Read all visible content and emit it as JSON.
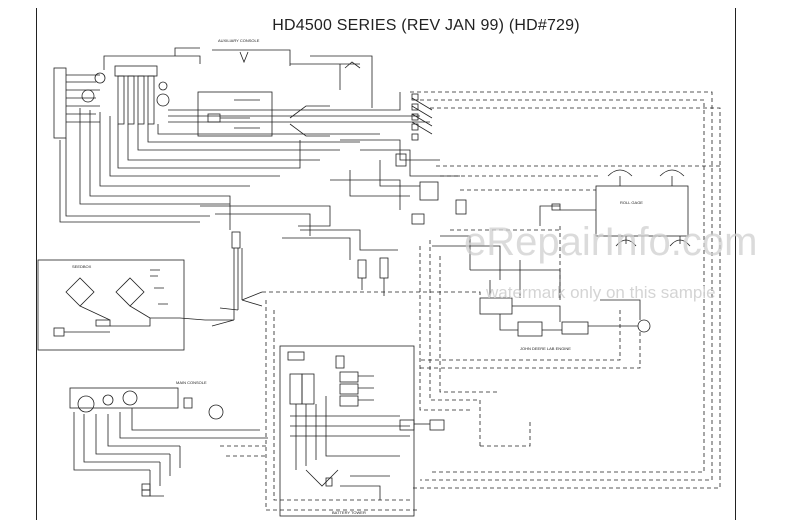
{
  "title": "HD4500 SERIES (REV JAN 99) (HD#729)",
  "labels": {
    "auxiliary_console": "AUXILIARY CONSOLE",
    "seedbox": "SEEDBOX",
    "main_console": "MAIN CONSOLE",
    "roll_gage": "ROLL GAGE",
    "john_deere_engine": "JOHN DEERE LAB ENGINE",
    "battery_tower": "BATTERY TOWER"
  },
  "watermark": {
    "brand": "eRepairInfo.com",
    "note": "watermark only on this sample"
  },
  "colors": {
    "line": "#222222",
    "background": "#ffffff",
    "watermark": "#d0d0d0"
  }
}
